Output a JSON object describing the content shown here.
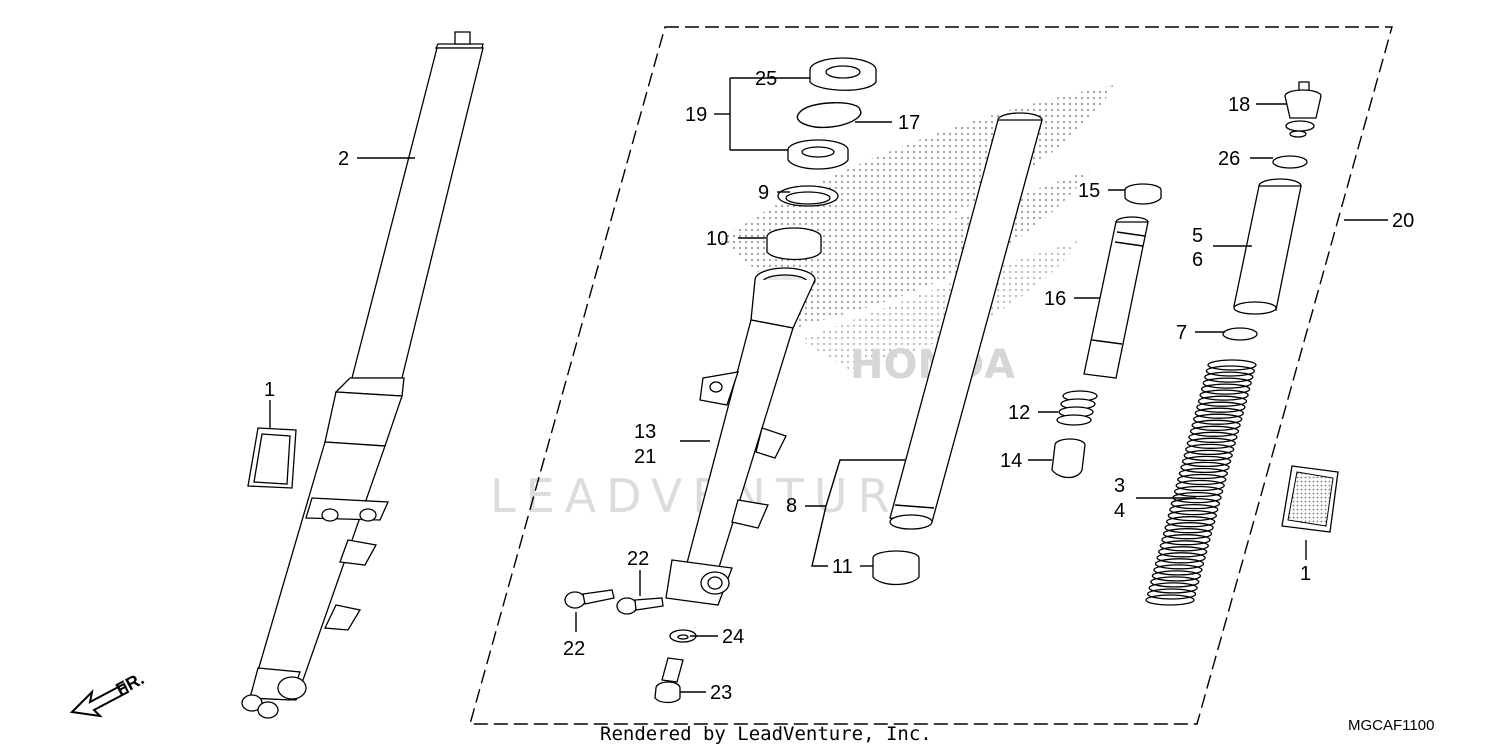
{
  "labels": {
    "l1a": "1",
    "l2": "2",
    "l1b": "1",
    "l3": "3",
    "l4": "4",
    "l5": "5",
    "l6": "6",
    "l7": "7",
    "l8": "8",
    "l9": "9",
    "l10": "10",
    "l11": "11",
    "l12": "12",
    "l13": "13",
    "l21": "21",
    "l14": "14",
    "l15": "15",
    "l16": "16",
    "l17": "17",
    "l18": "18",
    "l19": "19",
    "l20": "20",
    "l22a": "22",
    "l22b": "22",
    "l23": "23",
    "l24": "24",
    "l25": "25",
    "l26": "26"
  },
  "watermark": "LEADVENTURE",
  "logo_text": "HONDA",
  "direction": "FR.",
  "footer": "Rendered by LeadVenture, Inc.",
  "diagram_code": "MGCAF1100"
}
